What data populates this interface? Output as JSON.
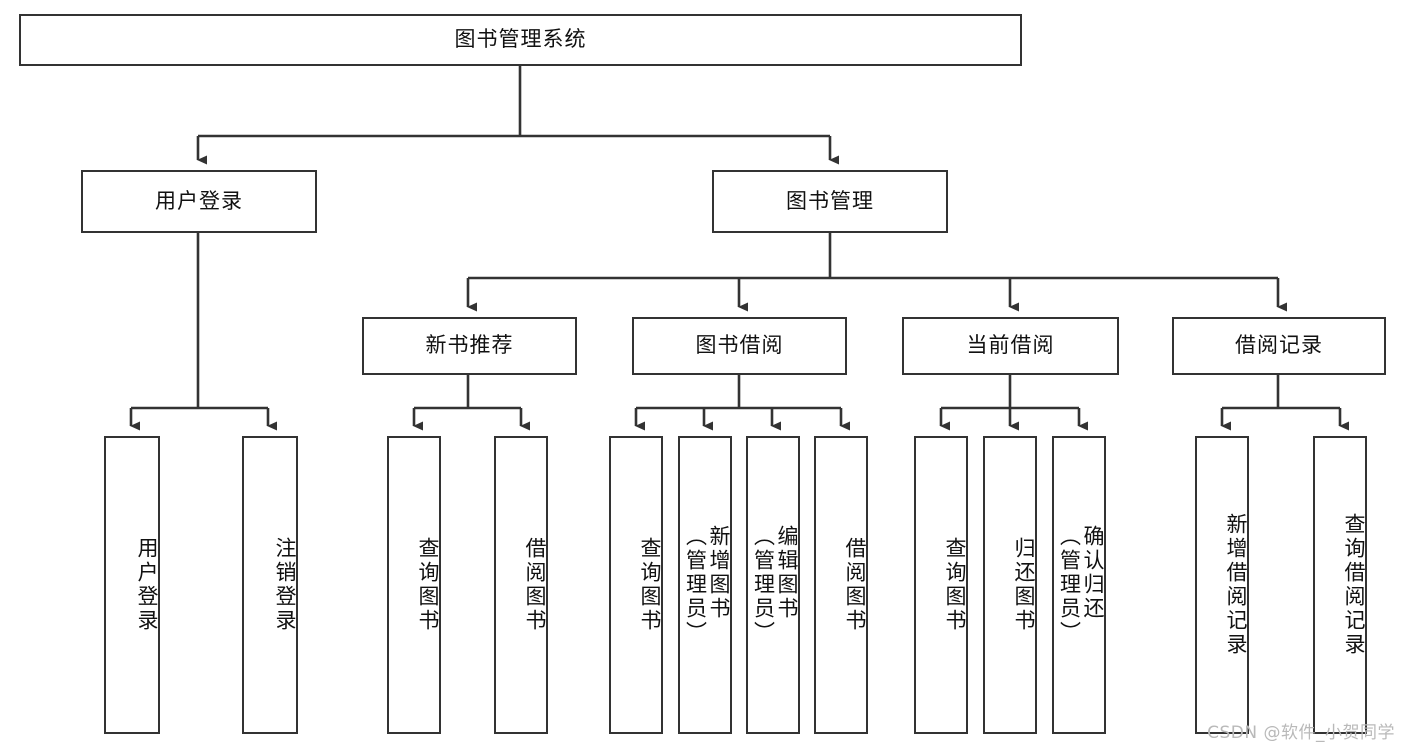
{
  "diagram": {
    "type": "tree",
    "title": "图书管理系统",
    "root": {
      "label": "图书管理系统"
    },
    "level2": [
      {
        "label": "用户登录"
      },
      {
        "label": "图书管理"
      }
    ],
    "level3": [
      {
        "label": "新书推荐",
        "parent": "图书管理"
      },
      {
        "label": "图书借阅",
        "parent": "图书管理"
      },
      {
        "label": "当前借阅",
        "parent": "图书管理"
      },
      {
        "label": "借阅记录",
        "parent": "图书管理"
      }
    ],
    "leaves": {
      "user_login": [
        {
          "label": "用户登录"
        },
        {
          "label": "注销登录"
        }
      ],
      "new_book_recommend": [
        {
          "label": "查询图书"
        },
        {
          "label": "借阅图书"
        }
      ],
      "book_borrow": [
        {
          "label": "查询图书"
        },
        {
          "label": "新增图书\n（管理员）"
        },
        {
          "label": "编辑图书\n（管理员）"
        },
        {
          "label": "借阅图书"
        }
      ],
      "current_borrow": [
        {
          "label": "查询图书"
        },
        {
          "label": "归还图书"
        },
        {
          "label": "确认归还\n（管理员）"
        }
      ],
      "borrow_records": [
        {
          "label": "新增借阅记录"
        },
        {
          "label": "查询借阅记录"
        }
      ]
    }
  },
  "watermark": {
    "text": "CSDN @软件_小贺同学"
  },
  "colors": {
    "border": "#333333",
    "background": "#ffffff",
    "text": "#111111",
    "watermark": "#b9b9b9"
  }
}
